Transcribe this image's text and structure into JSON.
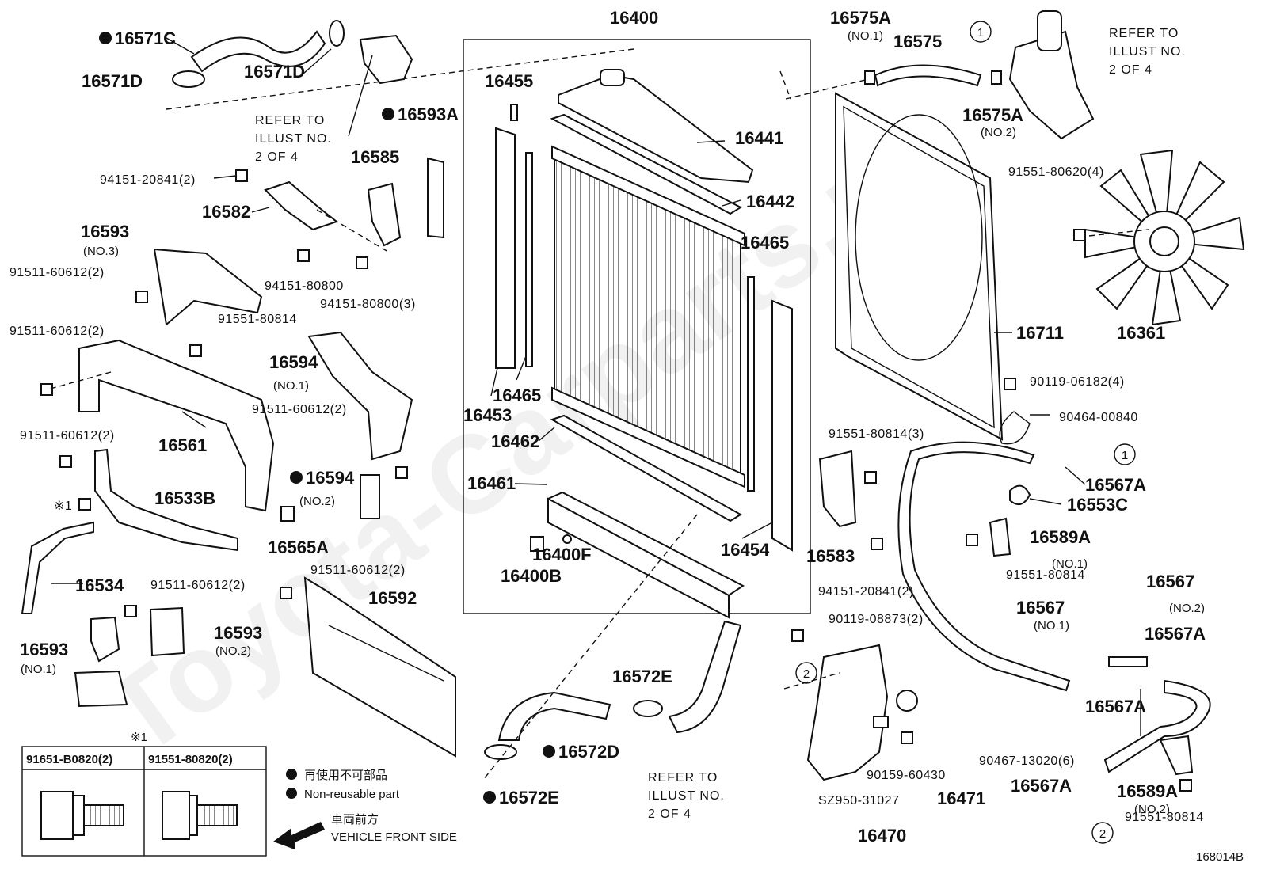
{
  "diagram": {
    "part_id": "168014B",
    "watermark": "Toyota-Carparts.ru",
    "labels": [
      {
        "id": "16400",
        "text": "16400",
        "mark": false
      },
      {
        "id": "16455",
        "text": "16455",
        "mark": false
      },
      {
        "id": "16441",
        "text": "16441",
        "mark": false
      },
      {
        "id": "16442",
        "text": "16442",
        "mark": false
      },
      {
        "id": "16465a",
        "text": "16465",
        "mark": false
      },
      {
        "id": "16465b",
        "text": "16465",
        "mark": false
      },
      {
        "id": "16453",
        "text": "16453",
        "mark": false
      },
      {
        "id": "16462",
        "text": "16462",
        "mark": false
      },
      {
        "id": "16461",
        "text": "16461",
        "mark": false
      },
      {
        "id": "16454",
        "text": "16454",
        "mark": false
      },
      {
        "id": "16400F",
        "text": "16400F",
        "mark": false
      },
      {
        "id": "16400B",
        "text": "16400B",
        "mark": false
      },
      {
        "id": "16571C",
        "text": "16571C",
        "mark": true
      },
      {
        "id": "16571D_a",
        "text": "16571D",
        "mark": false
      },
      {
        "id": "16571D_b",
        "text": "16571D",
        "mark": false
      },
      {
        "id": "16593A",
        "text": "16593A",
        "mark": true
      },
      {
        "id": "16585",
        "text": "16585",
        "mark": false
      },
      {
        "id": "16582",
        "text": "16582",
        "mark": false
      },
      {
        "id": "94151-20841a",
        "text": "94151-20841(2)",
        "mark": false
      },
      {
        "id": "94151-80800a",
        "text": "94151-80800",
        "mark": false
      },
      {
        "id": "94151-80800b",
        "text": "94151-80800(3)",
        "mark": false
      },
      {
        "id": "16593_3",
        "text": "16593",
        "mark": false
      },
      {
        "id": "91511-60612a",
        "text": "91511-60612(2)",
        "mark": false
      },
      {
        "id": "91511-60612b",
        "text": "91511-60612(2)",
        "mark": false
      },
      {
        "id": "91551-80814a",
        "text": "91551-80814",
        "mark": false
      },
      {
        "id": "16594_1",
        "text": "16594",
        "mark": false
      },
      {
        "id": "91511-60612c",
        "text": "91511-60612(2)",
        "mark": false
      },
      {
        "id": "16561",
        "text": "16561",
        "mark": false
      },
      {
        "id": "91511-60612d",
        "text": "91511-60612(2)",
        "mark": false
      },
      {
        "id": "16533B",
        "text": "16533B",
        "mark": false
      },
      {
        "id": "16594_2",
        "text": "16594",
        "mark": true
      },
      {
        "id": "16565A",
        "text": "16565A",
        "mark": false
      },
      {
        "id": "star1",
        "text": "※1",
        "mark": false
      },
      {
        "id": "16534",
        "text": "16534",
        "mark": false
      },
      {
        "id": "91511-60612e",
        "text": "91511-60612(2)",
        "mark": false
      },
      {
        "id": "91511-60612f",
        "text": "91511-60612(2)",
        "mark": false
      },
      {
        "id": "16592",
        "text": "16592",
        "mark": false
      },
      {
        "id": "16593_2",
        "text": "16593",
        "mark": false
      },
      {
        "id": "16593_1",
        "text": "16593",
        "mark": false
      },
      {
        "id": "16572E_a",
        "text": "16572E",
        "mark": false
      },
      {
        "id": "16572D",
        "text": "16572D",
        "mark": true
      },
      {
        "id": "16572E_b",
        "text": "16572E",
        "mark": true
      },
      {
        "id": "16575A_1",
        "text": "16575A",
        "mark": false
      },
      {
        "id": "16575",
        "text": "16575",
        "mark": false
      },
      {
        "id": "16575A_2",
        "text": "16575A",
        "mark": false
      },
      {
        "id": "91551-80620",
        "text": "91551-80620(4)",
        "mark": false
      },
      {
        "id": "16711",
        "text": "16711",
        "mark": false
      },
      {
        "id": "16361",
        "text": "16361",
        "mark": false
      },
      {
        "id": "90119-06182",
        "text": "90119-06182(4)",
        "mark": false
      },
      {
        "id": "90464-00840",
        "text": "90464-00840",
        "mark": false
      },
      {
        "id": "91551-80814b",
        "text": "91551-80814(3)",
        "mark": false
      },
      {
        "id": "16567A_a",
        "text": "16567A",
        "mark": false
      },
      {
        "id": "16553C",
        "text": "16553C",
        "mark": false
      },
      {
        "id": "16589A_1",
        "text": "16589A",
        "mark": false
      },
      {
        "id": "91551-80814c",
        "text": "91551-80814",
        "mark": false
      },
      {
        "id": "16583",
        "text": "16583",
        "mark": false
      },
      {
        "id": "94151-20841b",
        "text": "94151-20841(2)",
        "mark": false
      },
      {
        "id": "16567_1",
        "text": "16567",
        "mark": false
      },
      {
        "id": "16567_2",
        "text": "16567",
        "mark": false
      },
      {
        "id": "16567A_b",
        "text": "16567A",
        "mark": false
      },
      {
        "id": "16567A_c",
        "text": "16567A",
        "mark": false
      },
      {
        "id": "90119-08873",
        "text": "90119-08873(2)",
        "mark": false
      },
      {
        "id": "90159-60430",
        "text": "90159-60430",
        "mark": false
      },
      {
        "id": "SZ950-31027",
        "text": "SZ950-31027",
        "mark": false
      },
      {
        "id": "16471",
        "text": "16471",
        "mark": false
      },
      {
        "id": "16470",
        "text": "16470",
        "mark": false
      },
      {
        "id": "90467-13020",
        "text": "90467-13020(6)",
        "mark": false
      },
      {
        "id": "16567A_d",
        "text": "16567A",
        "mark": false
      },
      {
        "id": "16589A_2",
        "text": "16589A",
        "mark": false
      },
      {
        "id": "91551-80814d",
        "text": "91551-80814",
        "mark": false
      }
    ],
    "sublabels": {
      "no1_16575A": "(NO.1)",
      "no2_16575A": "(NO.2)",
      "no3_16593": "(NO.3)",
      "no1_16594": "(NO.1)",
      "no2_16594": "(NO.2)",
      "no2_16593": "(NO.2)",
      "no1_16593": "(NO.1)",
      "no1_16589A": "(NO.1)",
      "no1_16567": "(NO.1)",
      "no2_16567": "(NO.2)",
      "no2_16589A": "(NO.2)"
    },
    "refer_notes": {
      "top_center": [
        "REFER TO",
        "ILLUST NO.",
        "2 OF 4"
      ],
      "top_right": [
        "REFER TO",
        "ILLUST NO.",
        "2 OF 4"
      ],
      "bottom_center": [
        "REFER TO",
        "ILLUST NO.",
        "2 OF 4"
      ]
    },
    "circle_refs": {
      "one": "1",
      "two": "2"
    },
    "legend": {
      "non_reusable_jp": "再使用不可部品",
      "non_reusable_en": "Non-reusable part",
      "front_jp": "車両前方",
      "front_en": "VEHICLE FRONT SIDE"
    },
    "bolt_table": {
      "star": "※1",
      "col1": "91651-B0820(2)",
      "col2": "91551-80820(2)"
    }
  }
}
